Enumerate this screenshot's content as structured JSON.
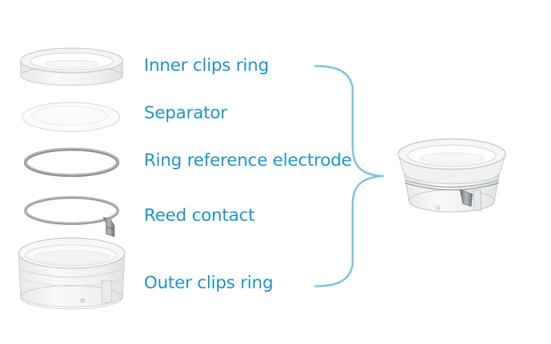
{
  "parts": [
    {
      "label": "Inner clips ring",
      "icon": "inner-clips-ring-icon"
    },
    {
      "label": "Separator",
      "icon": "separator-disc-icon"
    },
    {
      "label": "Ring reference electrode",
      "icon": "reference-electrode-ring-icon"
    },
    {
      "label": "Reed contact",
      "icon": "reed-contact-ring-icon"
    },
    {
      "label": "Outer clips ring",
      "icon": "outer-clips-ring-icon"
    }
  ],
  "assembled_icon": "assembled-cell-icon",
  "colors": {
    "label": "#1f96cf",
    "bracket": "#7cc6e6",
    "plastic_fill": "#f1f2f3",
    "plastic_edge": "#c4c7ca",
    "metal": "#8a8d90"
  }
}
